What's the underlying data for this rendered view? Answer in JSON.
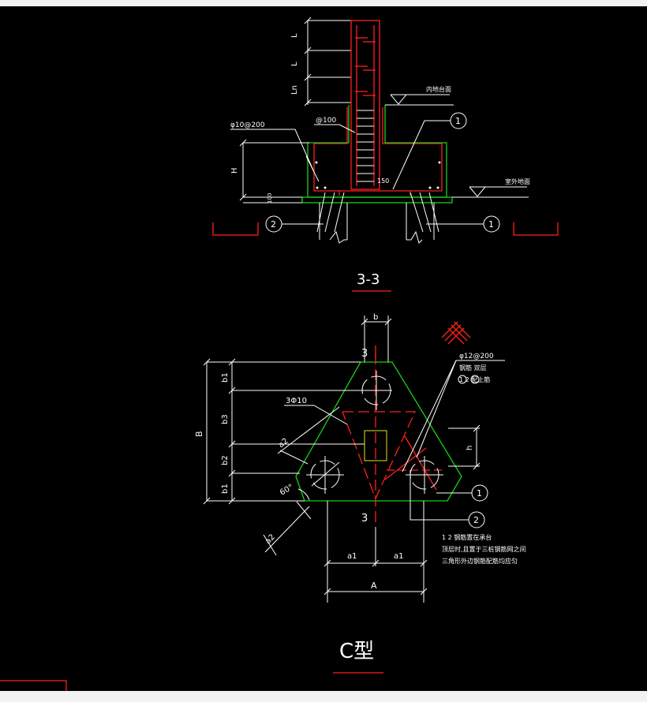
{
  "section_33": {
    "dim_top_1": "L",
    "dim_top_2": "L",
    "dim_top_3": "Ln",
    "note_indoor": "内地台面",
    "note_rebar_100": "@100",
    "note_phi10_200": "φ10@200",
    "dim_height": "H",
    "dim_base": "100",
    "note_150": "150",
    "note_outdoor": "室外地面",
    "callout_1_top": "1",
    "callout_1_bottom": "1",
    "callout_2": "2",
    "title": "3-3"
  },
  "c_type": {
    "dim_b": "b",
    "section_mark_top": "3",
    "section_mark_bottom": "3",
    "note_phi12_200": "φ12@200",
    "note_line_2": "钢筋 双层",
    "note_line_3": "1 2 配上筋",
    "note_3phi10": "3Φ10",
    "dim_B": "B",
    "dim_b1_top": "b1",
    "dim_b3": "b3",
    "dim_b2": "b2",
    "dim_b1_bottom": "b1",
    "dim_a2_top": "a2",
    "dim_a2_bottom": "a2",
    "angle_60": "60°",
    "dim_h": "h",
    "callout_1": "1",
    "callout_2": "2",
    "dim_a1_left": "a1",
    "dim_a1_right": "a1",
    "dim_A": "A",
    "bottom_note_1": "1 2 钢筋置在承台",
    "bottom_note_2": "顶层时,且置于三桩钢筋网之间",
    "bottom_note_3": "三角形外边钢筋配筋均应匀",
    "title": "C型"
  },
  "colors": {
    "background": "#000000",
    "line_white": "#ffffff",
    "line_red": "#ff2020",
    "line_green": "#18d018",
    "line_yellow": "#e8e020"
  }
}
